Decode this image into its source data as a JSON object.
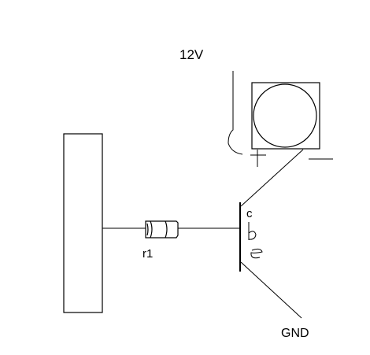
{
  "labels": {
    "supply": "12V",
    "resistor": "r1",
    "collector": "c",
    "ground": "GND"
  },
  "colors": {
    "ink": "#000000",
    "background": "#ffffff"
  }
}
